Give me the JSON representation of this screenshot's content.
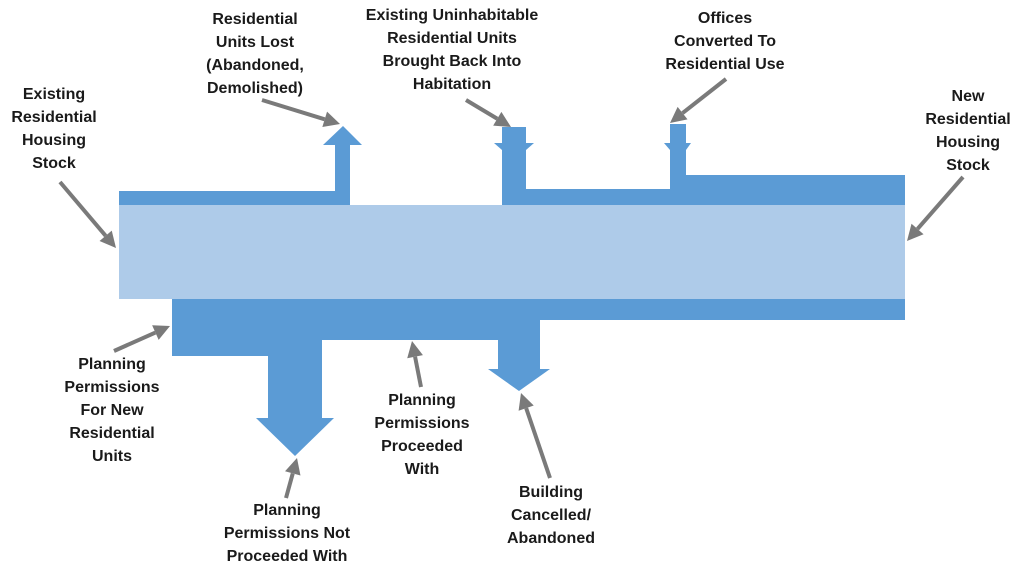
{
  "colors": {
    "flow_dark": "#5b9bd5",
    "flow_light": "#aecbe9",
    "pointer": "#7a7a7a",
    "text": "#1a1a1a"
  },
  "labels": {
    "existing_stock": [
      "Existing",
      "Residential",
      "Housing",
      "Stock"
    ],
    "units_lost": [
      "Residential",
      "Units Lost",
      "(Abandoned,",
      "Demolished)"
    ],
    "uninhabitable": [
      "Existing Uninhabitable",
      "Residential Units",
      "Brought Back Into",
      "Habitation"
    ],
    "offices_converted": [
      "Offices",
      "Converted To",
      "Residential Use"
    ],
    "new_stock": [
      "New",
      "Residential",
      "Housing",
      "Stock"
    ],
    "planning_permissions": [
      "Planning",
      "Permissions",
      "For New",
      "Residential",
      "Units"
    ],
    "not_proceeded": [
      "Planning",
      "Permissions Not",
      "Proceeded With"
    ],
    "proceeded": [
      "Planning",
      "Permissions",
      "Proceeded",
      "With"
    ],
    "cancelled": [
      "Building",
      "Cancelled/",
      "Abandoned"
    ]
  }
}
